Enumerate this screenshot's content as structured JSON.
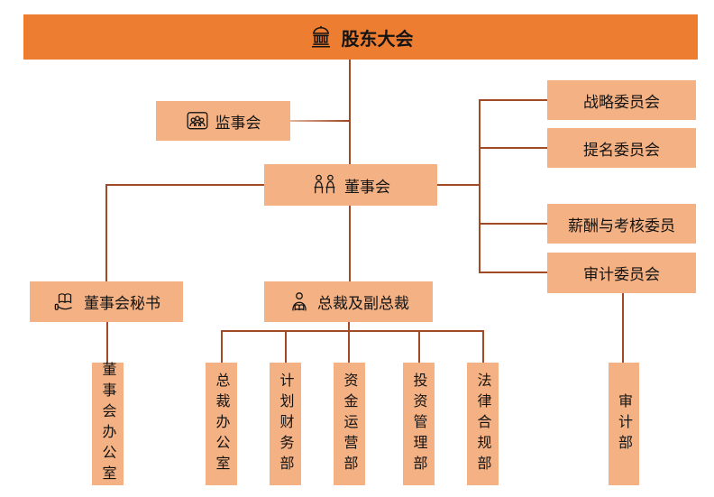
{
  "colors": {
    "header_fill": "#ED7D31",
    "node_fill": "#F4B183",
    "connector": "#A14A26",
    "text": "#141414"
  },
  "org_chart": {
    "root": {
      "label": "股东大会",
      "icon": "bank-icon"
    },
    "supervisory_board": {
      "label": "监事会",
      "icon": "group-photo-icon"
    },
    "board_of_directors": {
      "label": "董事会",
      "icon": "meeting-icon"
    },
    "board_secretary": {
      "label": "董事会秘书",
      "icon": "book-hand-icon"
    },
    "president": {
      "label": "总裁及副总裁",
      "icon": "person-book-icon"
    },
    "committees": [
      {
        "label": "战略委员会"
      },
      {
        "label": "提名委员会"
      },
      {
        "label": "薪酬与考核委员"
      },
      {
        "label": "审计委员会"
      }
    ],
    "board_office": {
      "label": "董事会办公室"
    },
    "departments": [
      {
        "label": "总裁办公室"
      },
      {
        "label": "计划财务部"
      },
      {
        "label": "资金运营部"
      },
      {
        "label": "投资管理部"
      },
      {
        "label": "法律合规部"
      }
    ],
    "audit_department": {
      "label": "审计部"
    }
  }
}
